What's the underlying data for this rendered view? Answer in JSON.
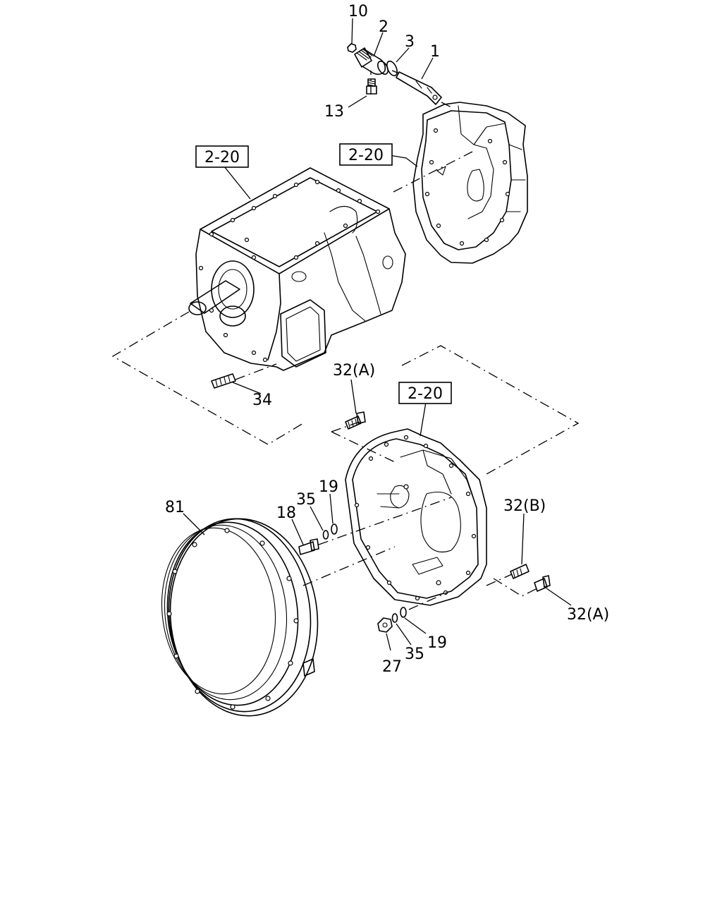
{
  "callouts": {
    "c10": "10",
    "c2": "2",
    "c3": "3",
    "c1": "1",
    "c13": "13",
    "c34": "34",
    "c32a_top": "32(A)",
    "c81": "81",
    "c18": "18",
    "c35_upper": "35",
    "c19_upper": "19",
    "c32b": "32(B)",
    "c32a_right": "32(A)",
    "c27": "27",
    "c35_lower": "35",
    "c19_lower": "19"
  },
  "references": {
    "ref_left": "2-20",
    "ref_right": "2-20",
    "ref_lower": "2-20"
  },
  "colors": {
    "line": "#000000",
    "background": "#ffffff"
  }
}
